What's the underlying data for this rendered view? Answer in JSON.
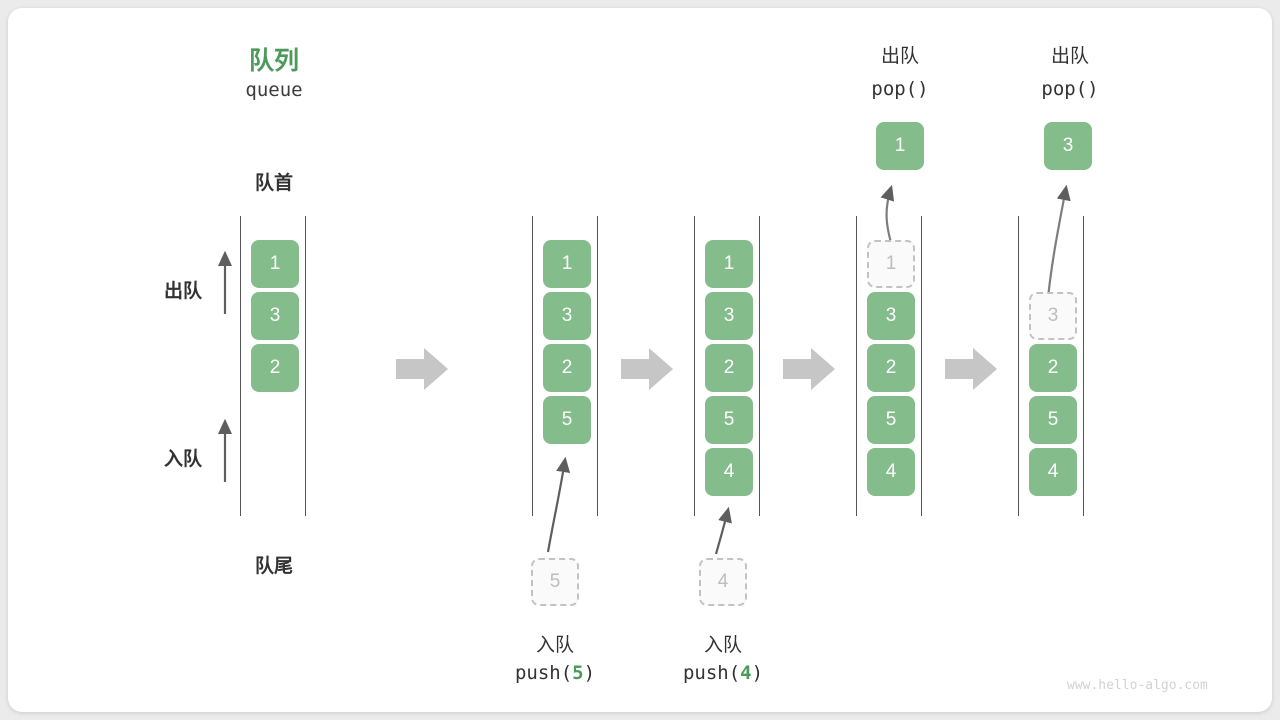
{
  "diagram": {
    "title_cn": "队列",
    "title_en": "queue",
    "front_label": "队首",
    "rear_label": "队尾",
    "dequeue_label": "出队",
    "enqueue_label": "入队",
    "watermark": "www.hello-algo.com",
    "accent_green": "#84bc8c",
    "title_green": "#4c9a5a",
    "rail_color": "#555555",
    "ghost_color": "#c2c2c2",
    "arrow_color": "#c6c6c6",
    "steps": [
      {
        "id": "step-1-initial",
        "cells": [
          {
            "value": "1",
            "state": "filled"
          },
          {
            "value": "3",
            "state": "filled"
          },
          {
            "value": "2",
            "state": "filled"
          }
        ]
      },
      {
        "id": "step-2-push-5",
        "cells": [
          {
            "value": "1",
            "state": "filled"
          },
          {
            "value": "3",
            "state": "filled"
          },
          {
            "value": "2",
            "state": "filled"
          },
          {
            "value": "5",
            "state": "filled"
          }
        ],
        "op_cn": "入队",
        "op_fn": "push(",
        "op_arg": "5",
        "op_fn_close": ")",
        "incoming_value": "5"
      },
      {
        "id": "step-3-push-4",
        "cells": [
          {
            "value": "1",
            "state": "filled"
          },
          {
            "value": "3",
            "state": "filled"
          },
          {
            "value": "2",
            "state": "filled"
          },
          {
            "value": "5",
            "state": "filled"
          },
          {
            "value": "4",
            "state": "filled"
          }
        ],
        "op_cn": "入队",
        "op_fn": "push(",
        "op_arg": "4",
        "op_fn_close": ")",
        "incoming_value": "4"
      },
      {
        "id": "step-4-pop-1",
        "cells": [
          {
            "value": "1",
            "state": "ghost"
          },
          {
            "value": "3",
            "state": "filled"
          },
          {
            "value": "2",
            "state": "filled"
          },
          {
            "value": "5",
            "state": "filled"
          },
          {
            "value": "4",
            "state": "filled"
          }
        ],
        "op_cn": "出队",
        "op_fn": "pop()",
        "popped_value": "1"
      },
      {
        "id": "step-5-pop-3",
        "cells": [
          {
            "value": "",
            "state": "empty"
          },
          {
            "value": "3",
            "state": "ghost"
          },
          {
            "value": "2",
            "state": "filled"
          },
          {
            "value": "5",
            "state": "filled"
          },
          {
            "value": "4",
            "state": "filled"
          }
        ],
        "op_cn": "出队",
        "op_fn": "pop()",
        "popped_value": "3"
      }
    ],
    "separators": [
      "separator-1",
      "separator-2",
      "separator-3",
      "separator-4"
    ]
  }
}
